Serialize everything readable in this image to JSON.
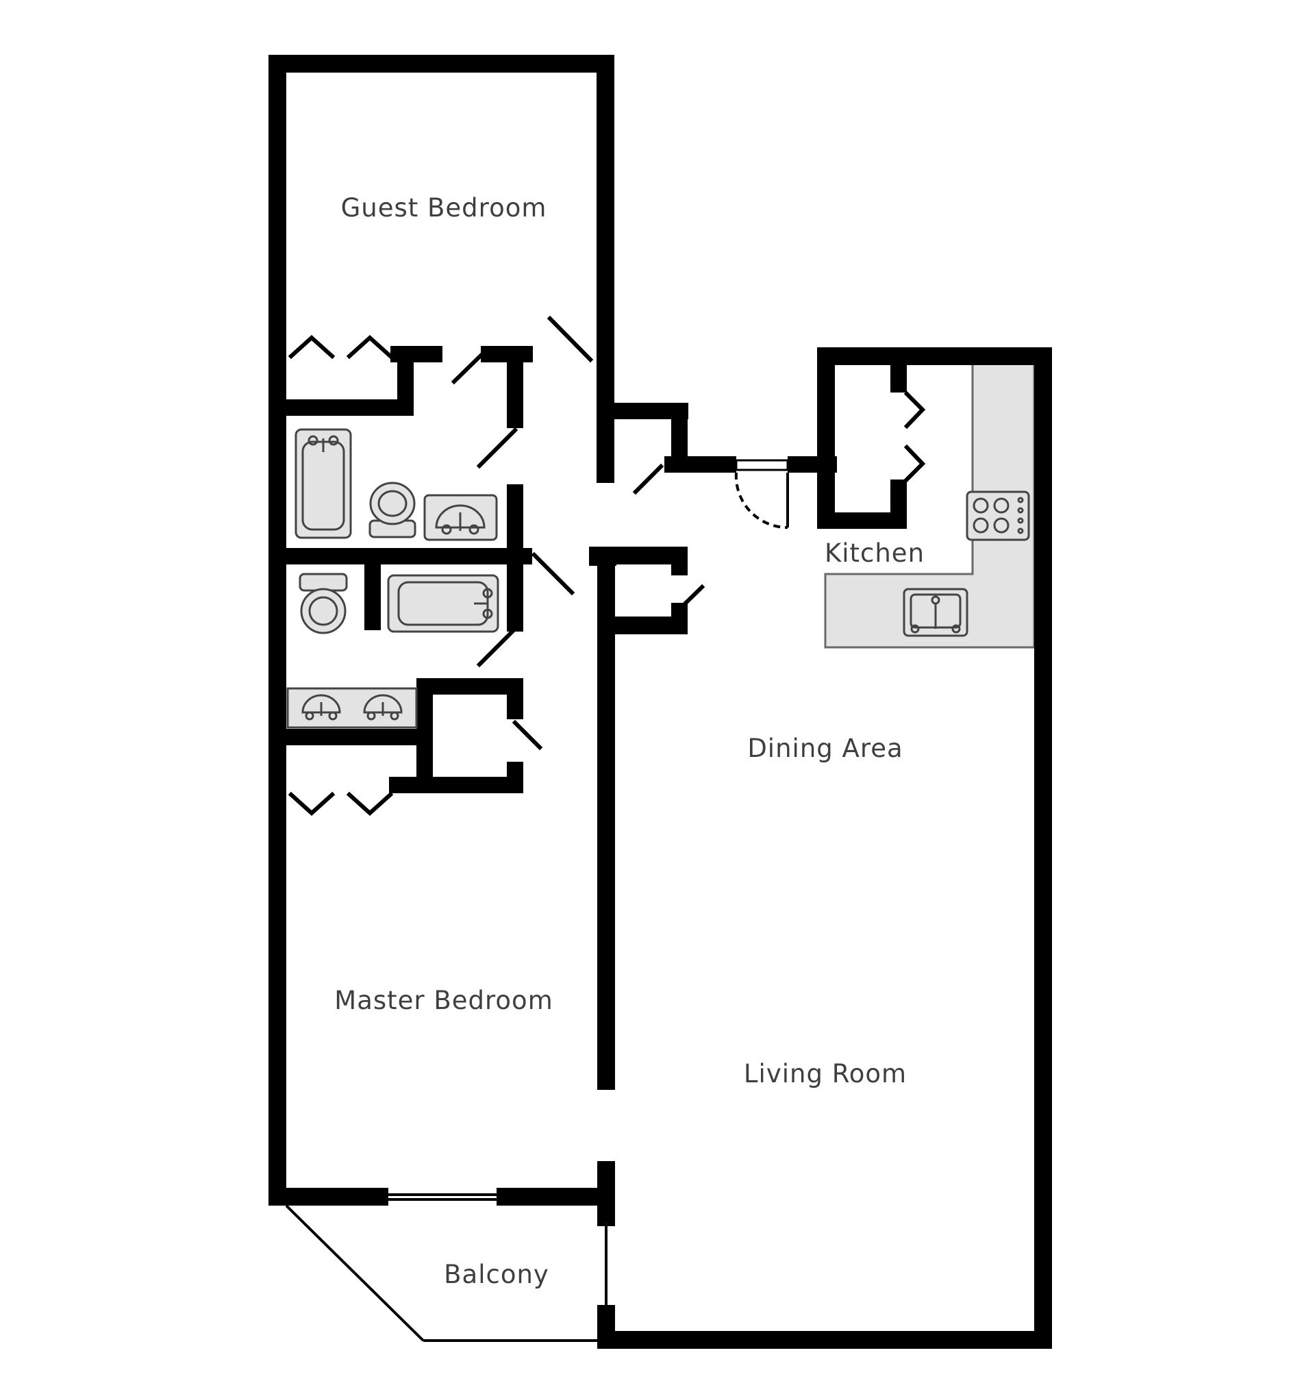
{
  "rooms": {
    "guest_bedroom": "Guest Bedroom",
    "kitchen": "Kitchen",
    "dining_area": "Dining Area",
    "master_bedroom": "Master Bedroom",
    "living_room": "Living Room",
    "balcony": "Balcony"
  },
  "colors": {
    "wall": "#000000",
    "fixture_fill": "#e3e3e3",
    "fixture_line": "#444444",
    "label": "#3f3f3f"
  }
}
